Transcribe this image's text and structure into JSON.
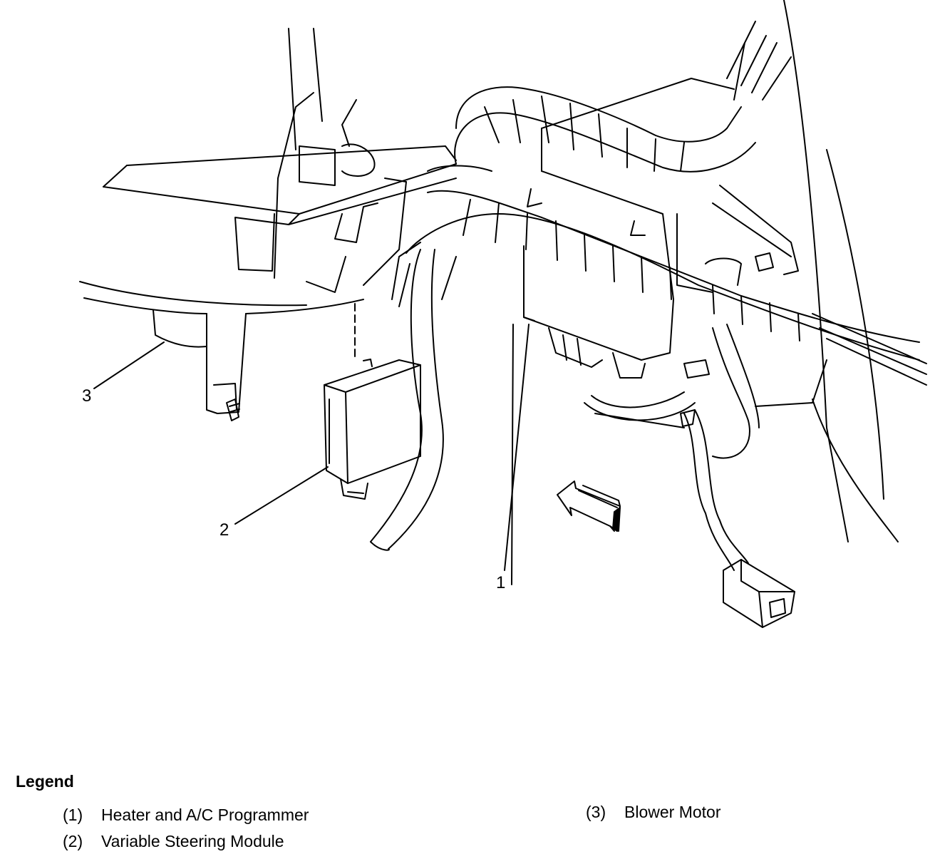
{
  "callouts": {
    "c1": "1",
    "c2": "2",
    "c3": "3"
  },
  "legend": {
    "title": "Legend",
    "items": [
      {
        "num": "(1)",
        "label": "Heater and A/C Programmer"
      },
      {
        "num": "(2)",
        "label": "Variable Steering Module"
      },
      {
        "num": "(3)",
        "label": "Blower Motor"
      }
    ]
  }
}
